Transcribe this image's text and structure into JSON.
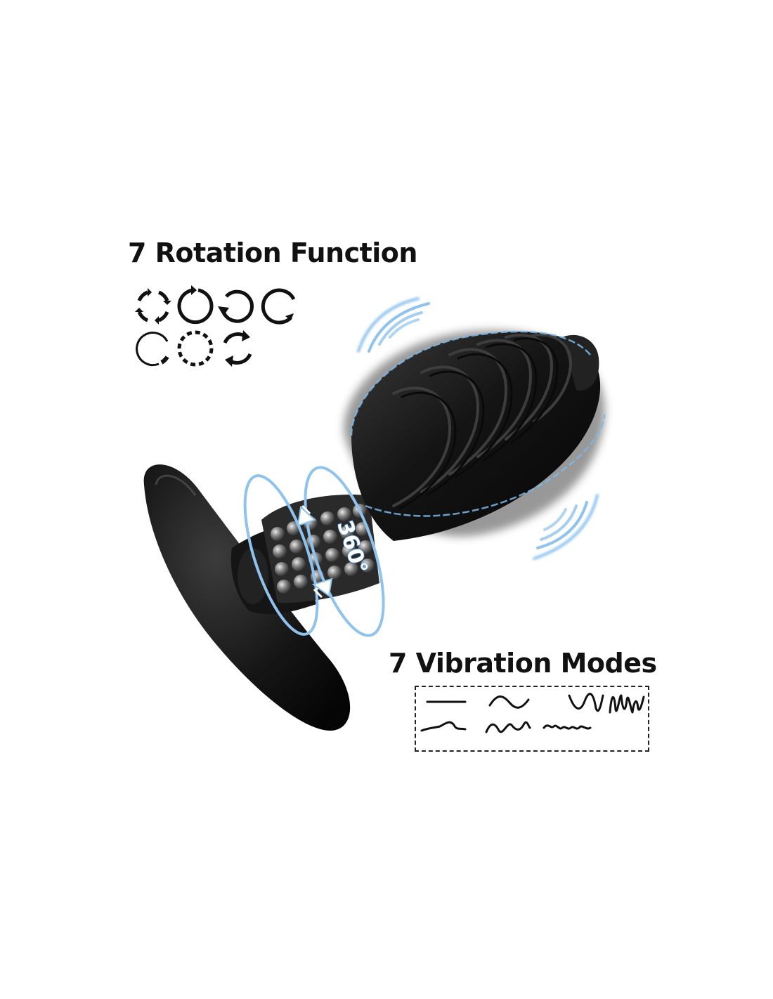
{
  "rotation": {
    "title": "7 Rotation Function",
    "icons": [
      "rotation-mode-1-icon",
      "rotation-mode-2-icon",
      "rotation-mode-3-icon",
      "rotation-mode-4-icon",
      "rotation-mode-5-icon",
      "rotation-mode-6-icon",
      "rotation-mode-7-icon"
    ]
  },
  "vibration": {
    "title": "7 Vibration Modes",
    "icons": [
      "vibration-mode-1-icon",
      "vibration-mode-2-icon",
      "vibration-mode-3-icon",
      "vibration-mode-4-icon",
      "vibration-mode-5-icon",
      "vibration-mode-6-icon",
      "vibration-mode-7-icon"
    ]
  },
  "product": {
    "rotation_label": "360°"
  },
  "colors": {
    "text": "#111111",
    "accent_blue": "#8fc3ee",
    "product_black": "#1a1a1a",
    "background": "#ffffff"
  }
}
